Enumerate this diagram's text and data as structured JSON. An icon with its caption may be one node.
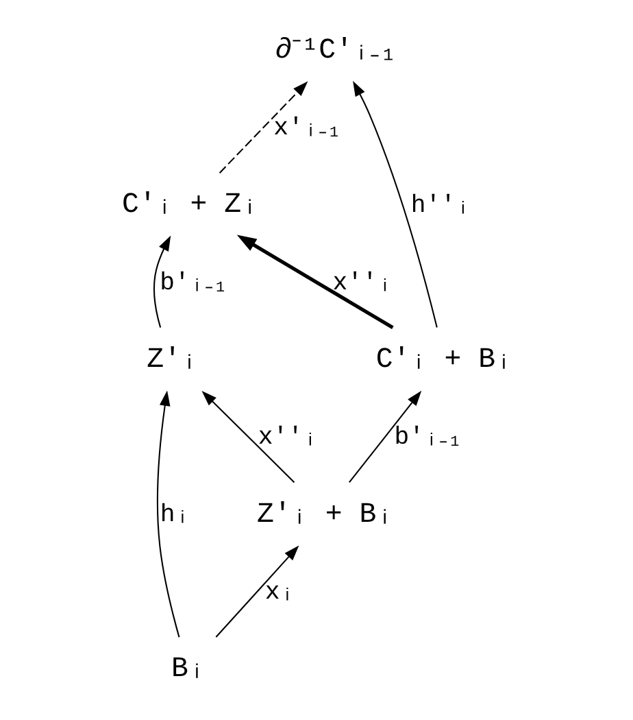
{
  "diagram": {
    "nodes": [
      {
        "text": [
          "∂⁻¹C'ᵢ₋₁"
        ]
      },
      {
        "text": [
          "C'ᵢ + Zᵢ"
        ]
      },
      {
        "text": [
          "C'ᵢ + Bᵢ"
        ]
      },
      {
        "text": [
          "Z'ᵢ"
        ]
      },
      {
        "text": [
          "Z'ᵢ + Bᵢ"
        ]
      },
      {
        "text": [
          "Bᵢ"
        ]
      }
    ],
    "edges": [
      {
        "from": 2,
        "to": 0,
        "arrow": "to",
        "label": "h''ᵢ"
      },
      {
        "from": 1,
        "to": 0,
        "arrow": "to",
        "label": "x'ᵢ₋₁",
        "style": "dashed"
      },
      {
        "from": 2,
        "to": 1,
        "arrow": "to",
        "label": "x''ᵢ",
        "style": "thick"
      },
      {
        "from": 3,
        "to": 1,
        "arrow": "to",
        "label": "b'ᵢ₋₁"
      },
      {
        "from": 4,
        "to": 2,
        "arrow": "to",
        "label": "b'ᵢ₋₁"
      },
      {
        "from": 4,
        "to": 3,
        "arrow": "to",
        "label": "x''ᵢ"
      },
      {
        "from": 5,
        "to": 4,
        "arrow": "to",
        "label": "xᵢ"
      },
      {
        "from": 5,
        "to": 3,
        "arrow": "to",
        "label": "hᵢ"
      }
    ]
  }
}
